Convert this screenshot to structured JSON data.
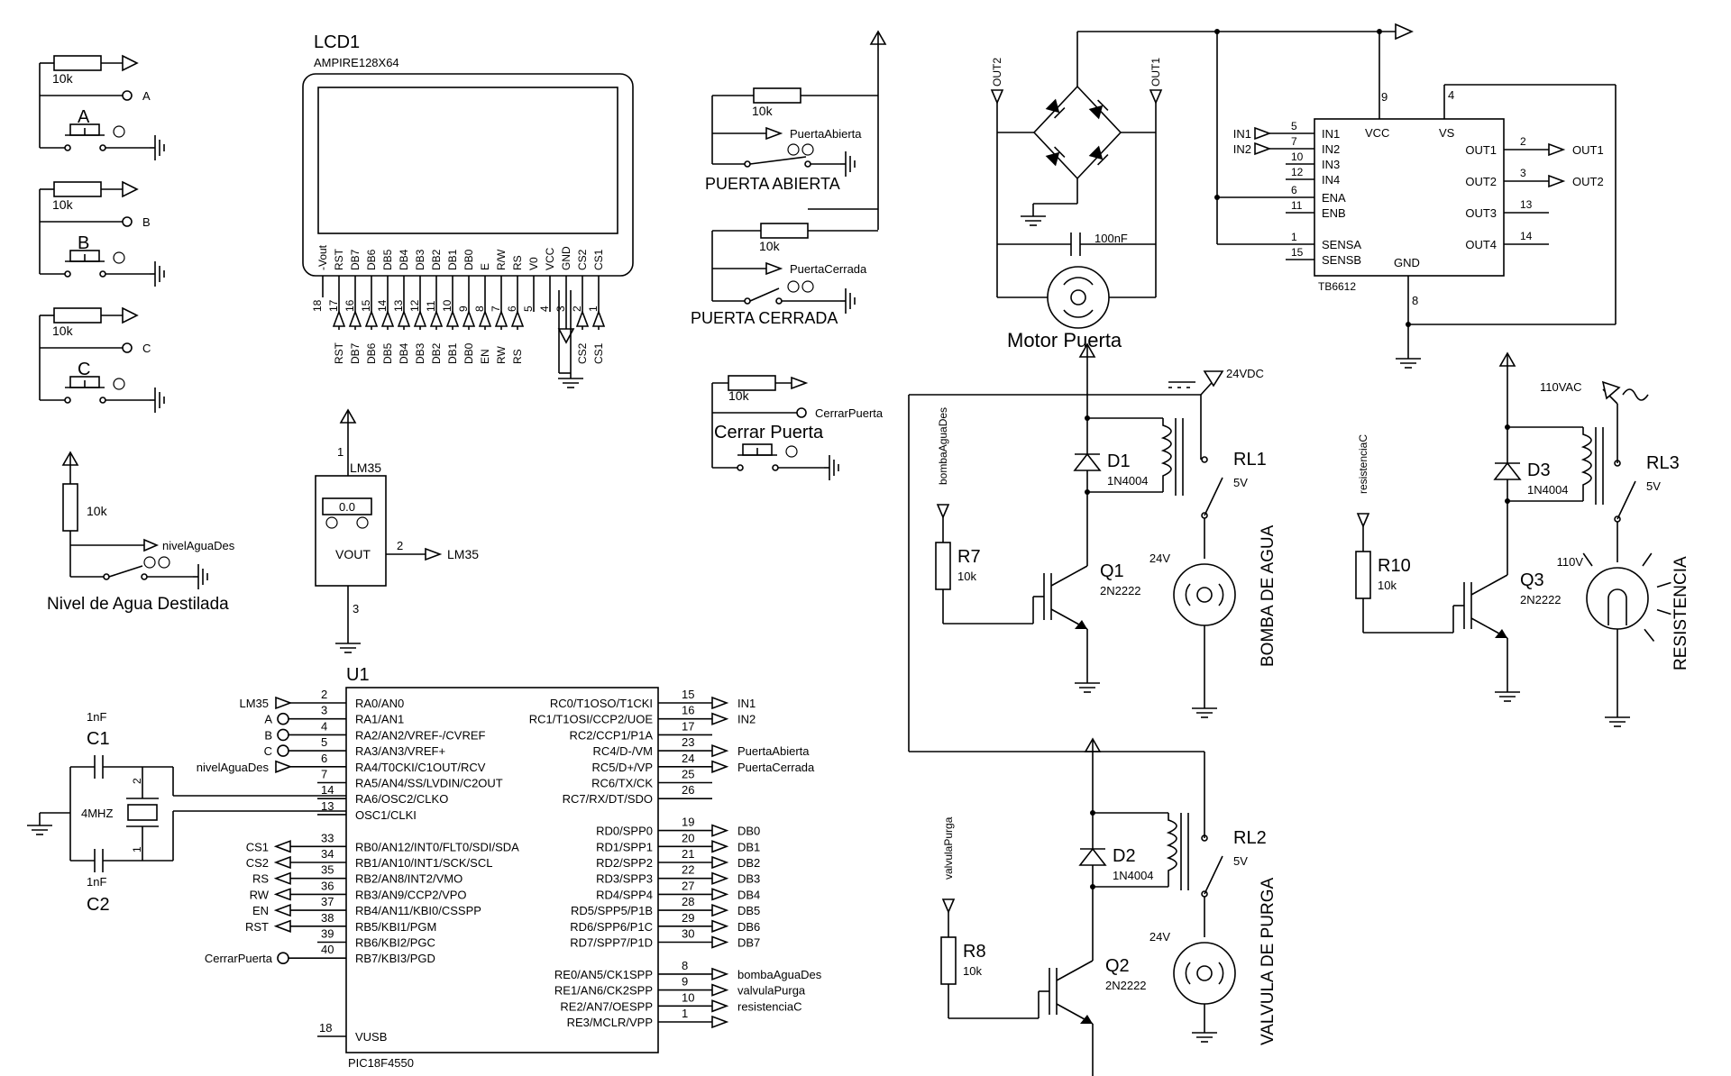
{
  "lcd": {
    "ref": "LCD1",
    "part": "AMPIRE128X64",
    "pins": [
      {
        "n": "-Vout",
        "num": "18",
        "net": ""
      },
      {
        "n": "RST",
        "num": "17",
        "net": "RST"
      },
      {
        "n": "DB7",
        "num": "16",
        "net": "DB7"
      },
      {
        "n": "DB6",
        "num": "15",
        "net": "DB6"
      },
      {
        "n": "DB5",
        "num": "14",
        "net": "DB5"
      },
      {
        "n": "DB4",
        "num": "13",
        "net": "DB4"
      },
      {
        "n": "DB3",
        "num": "12",
        "net": "DB3"
      },
      {
        "n": "DB2",
        "num": "11",
        "net": "DB2"
      },
      {
        "n": "DB1",
        "num": "10",
        "net": "DB1"
      },
      {
        "n": "DB0",
        "num": "9",
        "net": "DB0"
      },
      {
        "n": "E",
        "num": "8",
        "net": "EN"
      },
      {
        "n": "R/W",
        "num": "7",
        "net": "RW"
      },
      {
        "n": "RS",
        "num": "6",
        "net": "RS"
      },
      {
        "n": "V0",
        "num": "5",
        "net": ""
      },
      {
        "n": "VCC",
        "num": "4",
        "net": ""
      },
      {
        "n": "GND",
        "num": "3",
        "net": ""
      },
      {
        "n": "CS2",
        "num": "2",
        "net": "CS2"
      },
      {
        "n": "CS1",
        "num": "1",
        "net": "CS1"
      }
    ]
  },
  "buttons": [
    {
      "res": "10k",
      "net": "A",
      "label": "A"
    },
    {
      "res": "10k",
      "net": "B",
      "label": "B"
    },
    {
      "res": "10k",
      "net": "C",
      "label": "C"
    }
  ],
  "level": {
    "res": "10k",
    "net": "nivelAguaDes",
    "label": "Nivel de Agua Destilada"
  },
  "door": {
    "open": {
      "res": "10k",
      "net": "PuertaAbierta",
      "label": "PUERTA ABIERTA"
    },
    "closed": {
      "res": "10k",
      "net": "PuertaCerrada",
      "label": "PUERTA CERRADA"
    },
    "close_btn": {
      "res": "10k",
      "net": "CerrarPuerta",
      "label": "Cerrar Puerta"
    }
  },
  "sensor": {
    "ref": "LM35",
    "display": "0.0",
    "pin_vout": "VOUT",
    "pin1": "1",
    "pin2": "2",
    "pin3": "3",
    "net": "LM35"
  },
  "mcu": {
    "ref": "U1",
    "part": "PIC18F4550",
    "left": [
      {
        "num": "2",
        "name": "RA0/AN0",
        "net": "LM35",
        "kind": "arrow"
      },
      {
        "num": "3",
        "name": "RA1/AN1",
        "net": "A",
        "kind": "circle"
      },
      {
        "num": "4",
        "name": "RA2/AN2/VREF-/CVREF",
        "net": "B",
        "kind": "circle"
      },
      {
        "num": "5",
        "name": "RA3/AN3/VREF+",
        "net": "C",
        "kind": "circle"
      },
      {
        "num": "6",
        "name": "RA4/T0CKI/C1OUT/RCV",
        "net": "nivelAguaDes",
        "kind": "arrow"
      },
      {
        "num": "7",
        "name": "RA5/AN4/SS/LVDIN/C2OUT",
        "net": "",
        "kind": "none"
      },
      {
        "num": "14",
        "name": "RA6/OSC2/CLKO",
        "net": "",
        "kind": "none"
      },
      {
        "num": "13",
        "name": "OSC1/CLKI",
        "net": "",
        "kind": "none"
      },
      {
        "num": "",
        "name": "",
        "net": "",
        "kind": "gap"
      },
      {
        "num": "33",
        "name": "RB0/AN12/INT0/FLT0/SDI/SDA",
        "net": "CS1",
        "kind": "arrowout"
      },
      {
        "num": "34",
        "name": "RB1/AN10/INT1/SCK/SCL",
        "net": "CS2",
        "kind": "arrowout"
      },
      {
        "num": "35",
        "name": "RB2/AN8/INT2/VMO",
        "net": "RS",
        "kind": "arrowout"
      },
      {
        "num": "36",
        "name": "RB3/AN9/CCP2/VPO",
        "net": "RW",
        "kind": "arrowout"
      },
      {
        "num": "37",
        "name": "RB4/AN11/KBI0/CSSPP",
        "net": "EN",
        "kind": "arrowout"
      },
      {
        "num": "38",
        "name": "RB5/KBI1/PGM",
        "net": "RST",
        "kind": "arrowout"
      },
      {
        "num": "39",
        "name": "RB6/KBI2/PGC",
        "net": "",
        "kind": "none"
      },
      {
        "num": "40",
        "name": "RB7/KBI3/PGD",
        "net": "CerrarPuerta",
        "kind": "circle"
      }
    ],
    "vusb": {
      "num": "18",
      "name": "VUSB"
    },
    "right": [
      {
        "num": "15",
        "name": "RC0/T1OSO/T1CKI",
        "net": "IN1"
      },
      {
        "num": "16",
        "name": "RC1/T1OSI/CCP2/UOE",
        "net": "IN2"
      },
      {
        "num": "17",
        "name": "RC2/CCP1/P1A",
        "net": ""
      },
      {
        "num": "23",
        "name": "RC4/D-/VM",
        "net": "PuertaAbierta"
      },
      {
        "num": "24",
        "name": "RC5/D+/VP",
        "net": "PuertaCerrada"
      },
      {
        "num": "25",
        "name": "RC6/TX/CK",
        "net": ""
      },
      {
        "num": "26",
        "name": "RC7/RX/DT/SDO",
        "net": ""
      },
      {
        "num": "",
        "name": "",
        "net": ""
      },
      {
        "num": "19",
        "name": "RD0/SPP0",
        "net": "DB0"
      },
      {
        "num": "20",
        "name": "RD1/SPP1",
        "net": "DB1"
      },
      {
        "num": "21",
        "name": "RD2/SPP2",
        "net": "DB2"
      },
      {
        "num": "22",
        "name": "RD3/SPP3",
        "net": "DB3"
      },
      {
        "num": "27",
        "name": "RD4/SPP4",
        "net": "DB4"
      },
      {
        "num": "28",
        "name": "RD5/SPP5/P1B",
        "net": "DB5"
      },
      {
        "num": "29",
        "name": "RD6/SPP6/P1C",
        "net": "DB6"
      },
      {
        "num": "30",
        "name": "RD7/SPP7/P1D",
        "net": "DB7"
      },
      {
        "num": "",
        "name": "",
        "net": ""
      },
      {
        "num": "8",
        "name": "RE0/AN5/CK1SPP",
        "net": "bombaAguaDes"
      },
      {
        "num": "9",
        "name": "RE1/AN6/CK2SPP",
        "net": "valvulaPurga"
      },
      {
        "num": "10",
        "name": "RE2/AN7/OESPP",
        "net": "resistenciaC"
      },
      {
        "num": "1",
        "name": "RE3/MCLR/VPP",
        "net": ""
      }
    ]
  },
  "osc": {
    "c1": "C1",
    "c1v": "1nF",
    "c2": "C2",
    "c2v": "1nF",
    "xtal": "4MHZ",
    "p1": "1",
    "p2": "2"
  },
  "driver": {
    "ref": "TB6612",
    "left": [
      {
        "num": "5",
        "name": "IN1",
        "net": "IN1"
      },
      {
        "num": "7",
        "name": "IN2",
        "net": "IN2"
      },
      {
        "num": "10",
        "name": "IN3",
        "net": ""
      },
      {
        "num": "12",
        "name": "IN4",
        "net": ""
      },
      {
        "num": "6",
        "name": "ENA",
        "net": ""
      },
      {
        "num": "11",
        "name": "ENB",
        "net": ""
      },
      {
        "num": "1",
        "name": "SENSA",
        "net": ""
      },
      {
        "num": "15",
        "name": "SENSB",
        "net": ""
      }
    ],
    "right": [
      {
        "num": "2",
        "name": "OUT1",
        "net": "OUT1"
      },
      {
        "num": "3",
        "name": "OUT2",
        "net": "OUT2"
      },
      {
        "num": "13",
        "name": "OUT3",
        "net": ""
      },
      {
        "num": "14",
        "name": "OUT4",
        "net": ""
      }
    ],
    "vcc": "VCC",
    "vs": "VS",
    "gnd": "GND",
    "pin9": "9",
    "pin4": "4",
    "pin8": "8"
  },
  "motor": {
    "label": "Motor Puerta",
    "cap": "100nF",
    "out1": "OUT1",
    "out2": "OUT2"
  },
  "supply": {
    "v24": "24VDC",
    "v110": "110VAC"
  },
  "relays": [
    {
      "ref": "RL1",
      "coil": "5V",
      "net": "bombaAguaDes",
      "r": "R7",
      "rv": "10k",
      "q": "Q1",
      "qp": "2N2222",
      "d": "D1",
      "dp": "1N4004",
      "load_v": "24V",
      "load": "BOMBA DE AGUA"
    },
    {
      "ref": "RL2",
      "coil": "5V",
      "net": "valvulaPurga",
      "r": "R8",
      "rv": "10k",
      "q": "Q2",
      "qp": "2N2222",
      "d": "D2",
      "dp": "1N4004",
      "load_v": "24V",
      "load": "VALVULA DE PURGA"
    },
    {
      "ref": "RL3",
      "coil": "5V",
      "net": "resistenciaC",
      "r": "R10",
      "rv": "10k",
      "q": "Q3",
      "qp": "2N2222",
      "d": "D3",
      "dp": "1N4004",
      "load_v": "110V",
      "load": "RESISTENCIA"
    }
  ]
}
